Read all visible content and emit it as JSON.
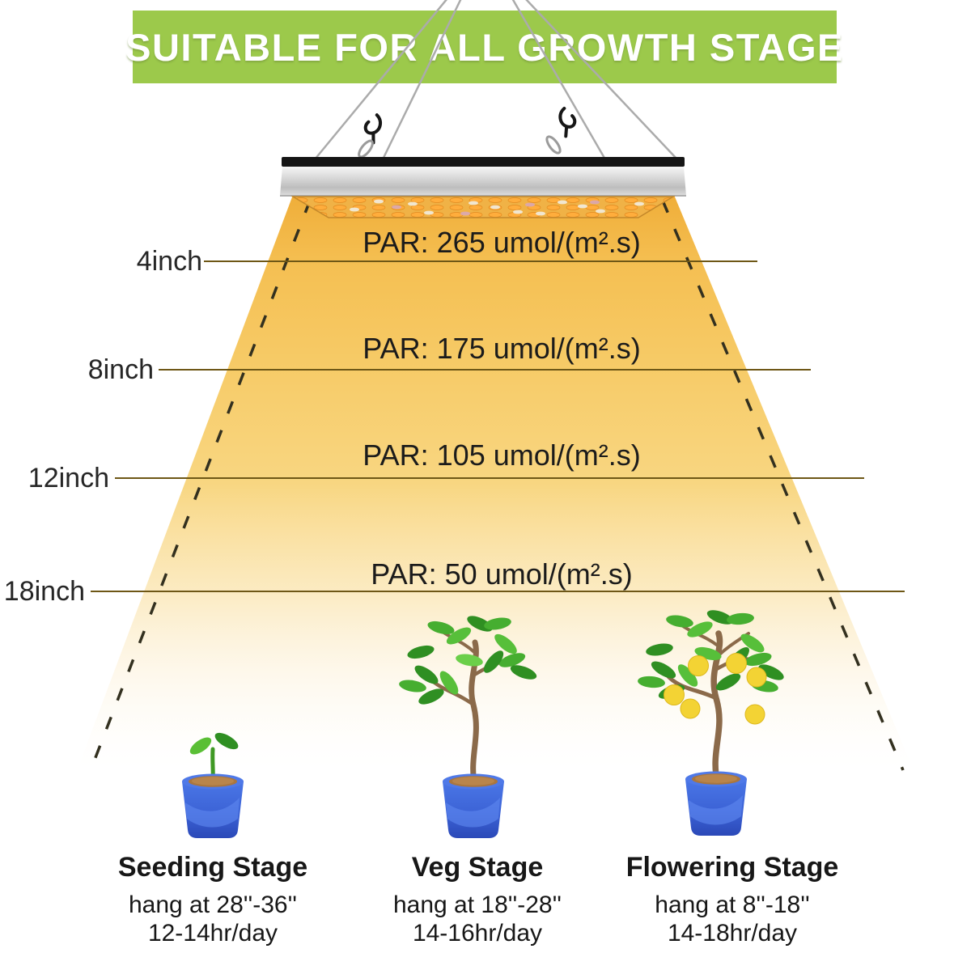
{
  "banner": {
    "title": "SUITABLE FOR ALL GROWTH STAGE",
    "bg_color": "#9cc94b",
    "text_color": "#ffffff"
  },
  "measurements": [
    {
      "distance": "4inch",
      "par": "PAR: 265 umol/(m².s)"
    },
    {
      "distance": "8inch",
      "par": "PAR: 175 umol/(m².s)"
    },
    {
      "distance": "12inch",
      "par": "PAR: 105 umol/(m².s)"
    },
    {
      "distance": "18inch",
      "par": "PAR: 50 umol/(m².s)"
    }
  ],
  "stages": [
    {
      "name": "Seeding Stage",
      "hang": "hang at 28''-36''",
      "hours": "12-14hr/day"
    },
    {
      "name": "Veg Stage",
      "hang": "hang at 18''-28''",
      "hours": "14-16hr/day"
    },
    {
      "name": "Flowering Stage",
      "hang": "hang at 8''-18''",
      "hours": "14-18hr/day"
    }
  ],
  "icons": {
    "light_fixture": "led-grow-light-panel-icon",
    "hanging_hardware": "carabiner-hook-icon",
    "light_beam": "light-cone",
    "plants": [
      "seedling-pot-icon",
      "veg-plant-icon",
      "flowering-plant-icon"
    ]
  },
  "colors": {
    "banner_green": "#9cc94b",
    "cone_gold": "#f2b83e",
    "measure_line": "#6e5716",
    "pot_blue": "#3c63d6",
    "leaf_green": "#3fa32c",
    "lemon_yellow": "#f3d334"
  }
}
